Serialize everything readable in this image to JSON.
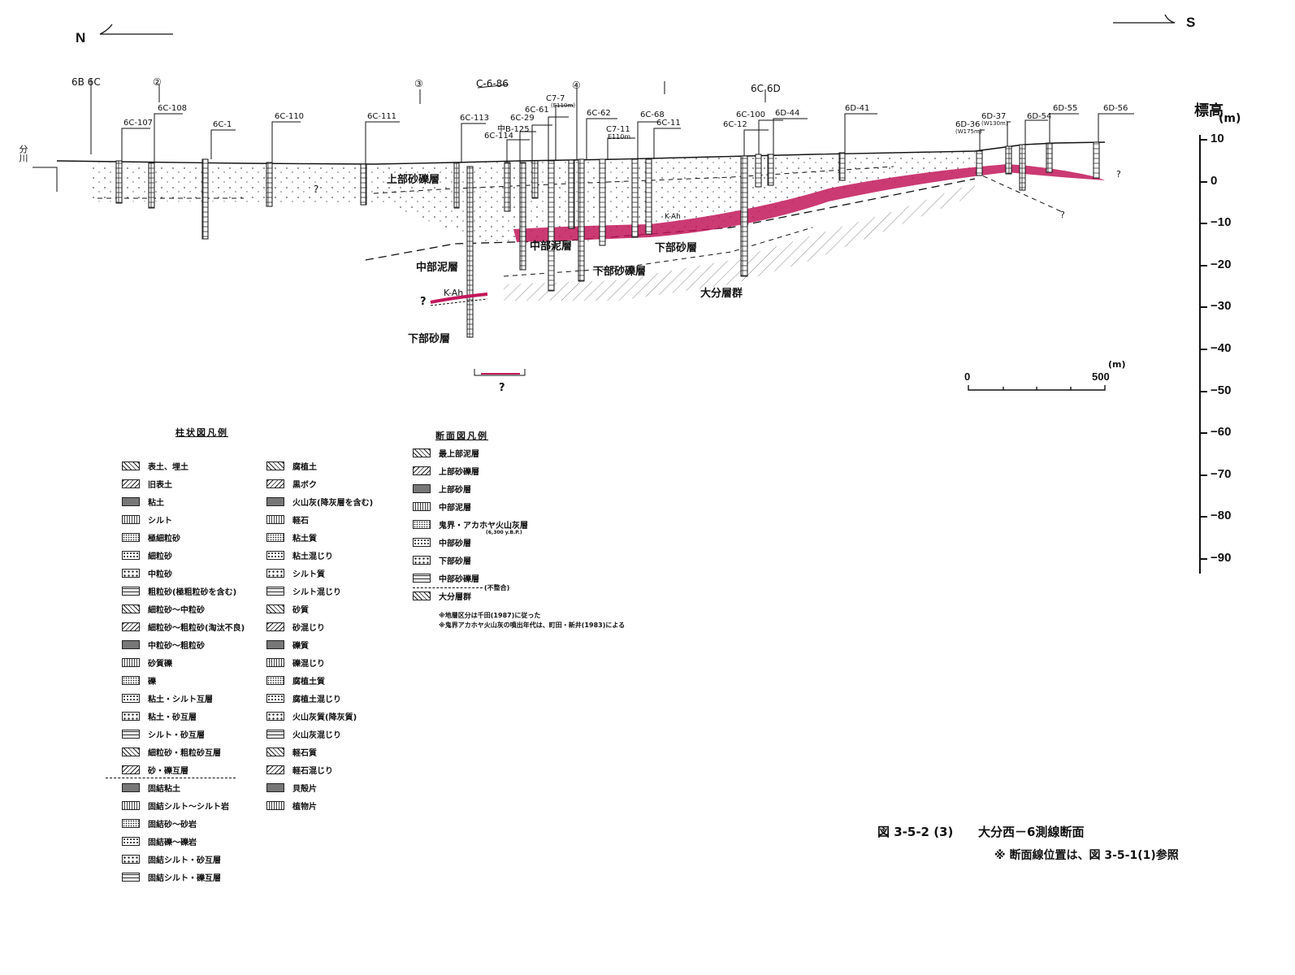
{
  "direction": {
    "north": "N",
    "south": "S"
  },
  "section_ids": {
    "col_6b_6c": "6B 6C",
    "col_6c_6d": "6C 6D",
    "circle_2": "②",
    "circle_3": "③",
    "circle_4": "④",
    "c_6_86": "C-6-86",
    "top_river": "分川"
  },
  "boreholes": [
    "6C-107",
    "6C-108",
    "6C-1",
    "6C-110",
    "6C-111",
    "6C-113",
    "6C-114",
    "中B-125",
    "6C-29",
    "6C-61",
    "C7-7",
    "6C-62",
    "C7-11",
    "6C-68",
    "6C-11",
    "6C-12",
    "6C-100",
    "6D-44",
    "6D-41",
    "6D-36",
    "6D-37",
    "6D-54",
    "6D-55",
    "6D-56"
  ],
  "borehole_notes": {
    "c7_7": "(E110m)",
    "c7_11": "E110m",
    "d36": "(W175m)",
    "d37": "(W130m)"
  },
  "layers": {
    "upper_gravel": "上部砂礫層",
    "middle_mud_a": "中部泥層",
    "middle_mud_b": "中部泥層",
    "lower_gravel": "下部砂礫層",
    "lower_sand_a": "下部砂層",
    "lower_sand_b": "下部砂層",
    "oita_group": "大分層群",
    "kah_a": "K-Ah",
    "kah_b": "K-Ah"
  },
  "question_mark": "?",
  "axis": {
    "title": "標高",
    "unit": "(m)",
    "ticks": [
      "10",
      "0",
      "−10",
      "−20",
      "−30",
      "−40",
      "−50",
      "−60",
      "−70",
      "−80",
      "−90"
    ]
  },
  "scale_bar": {
    "start": "0",
    "end": "500",
    "unit": "(m)"
  },
  "legend_column": {
    "title": "柱状図凡例",
    "items_left": [
      "表土、埋土",
      "旧表土",
      "粘土",
      "シルト",
      "極細粒砂",
      "細粒砂",
      "中粒砂",
      "粗粒砂(極粗粒砂を含む)",
      "細粒砂～中粒砂",
      "細粒砂～粗粒砂(淘汰不良)",
      "中粒砂～粗粒砂",
      "砂質礫",
      "礫",
      "粘土・シルト互層",
      "粘土・砂互層",
      "シルト・砂互層",
      "細粒砂・粗粒砂互層",
      "砂・礫互層",
      "固結粘土",
      "固結シルト～シルト岩",
      "固結砂～砂岩",
      "固結礫～礫岩",
      "固結シルト・砂互層",
      "固結シルト・礫互層"
    ],
    "items_right": [
      "腐植土",
      "黒ボク",
      "火山灰(降灰層を含む)",
      "軽石",
      "粘土質",
      "粘土混じり",
      "シルト質",
      "シルト混じり",
      "砂質",
      "砂混じり",
      "礫質",
      "礫混じり",
      "腐植土質",
      "腐植土混じり",
      "火山灰質(降灰質)",
      "火山灰混じり",
      "軽石質",
      "軽石混じり",
      "貝殻片",
      "植物片"
    ]
  },
  "legend_section": {
    "title": "断面図凡例",
    "items": [
      "最上部泥層",
      "上部砂礫層",
      "上部砂層",
      "中部泥層",
      "鬼界・アカホヤ火山灰層",
      "中部砂層",
      "下部砂層",
      "中部砂礫層",
      "大分層群"
    ],
    "kah_age": "(6,300 y.B.P.)",
    "unconformity": "(不整合)",
    "note1": "※地層区分は千田(1987)に従った",
    "note2": "※鬼界アカホヤ火山灰の噴出年代は、町田・新井(1983)による"
  },
  "caption": {
    "figure": "図 3-5-2 (3)",
    "title": "大分西－6測線断面",
    "note": "※ 断面線位置は、図 3-5-1(1)参照"
  },
  "colors": {
    "ash_band": "#c2185b",
    "ink": "#111111"
  }
}
